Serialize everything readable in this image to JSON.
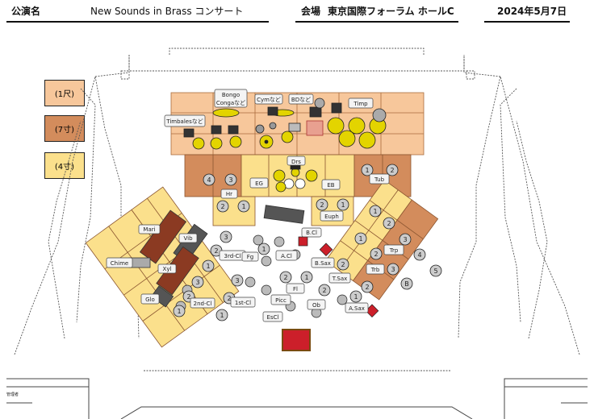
{
  "header": {
    "event_label": "公演名",
    "event_name": "New Sounds in Brass コンサート",
    "venue_label": "会場",
    "venue_name": "東京国際フォーラム ホールC",
    "date": "2024年5月7日"
  },
  "legend": [
    {
      "label": "(1尺)",
      "color": "#f7c79b"
    },
    {
      "label": "(7寸)",
      "color": "#d38c5c"
    },
    {
      "label": "(4寸)",
      "color": "#fbe08c"
    }
  ],
  "labels": {
    "bongo": "Bongo",
    "conga": "Congaなど",
    "cym": "Cymなど",
    "bd": "BDなど",
    "timp": "Timp",
    "timbales": "Timbalesなど",
    "drs": "Drs",
    "eg": "EG",
    "eb": "EB",
    "hr": "Hr",
    "tub": "Tub",
    "euph": "Euph",
    "mari": "Mari",
    "vib": "Vib",
    "chime": "Chime",
    "xyl": "Xyl",
    "glo": "Glo",
    "cl3": "3rd-Cl",
    "fg": "Fg",
    "acl": "A.Cl",
    "bcl": "B.Cl",
    "bsax": "B.Sax",
    "tsax": "T.Sax",
    "fl": "Fl",
    "cl2": "2nd-Cl",
    "cl1": "1st-Cl",
    "picc": "Picc",
    "escl": "EsCl",
    "ob": "Ob",
    "asax": "A.Sax",
    "trp": "Trp",
    "trb": "Trb",
    "b": "B",
    "door": "管理者"
  },
  "numbers": {
    "hr": [
      "4",
      "3",
      "2",
      "1"
    ],
    "tub": [
      "1",
      "2"
    ],
    "euph": [
      "2",
      "1"
    ],
    "cl3": [
      "3",
      "2",
      "1"
    ],
    "fg": [
      "1"
    ],
    "cl2": [
      "3",
      "2",
      "1"
    ],
    "cl1": [
      "3",
      "2",
      "1"
    ],
    "fl": [
      "2",
      "1"
    ],
    "ob": [
      "2",
      "1"
    ],
    "tsax": [
      "2"
    ],
    "asax": [
      "2",
      "1"
    ],
    "trp": [
      "1",
      "2",
      "3",
      "4",
      "5"
    ],
    "trb": [
      "1",
      "2",
      "3"
    ]
  }
}
